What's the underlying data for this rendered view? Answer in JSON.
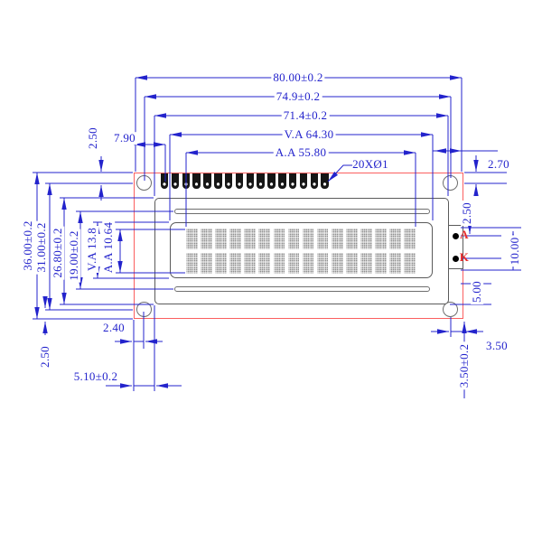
{
  "drawing": {
    "dims": {
      "pcb_width": "80.00±0.2",
      "hole_span_x": "74.9±0.2",
      "frame_width": "71.4±0.2",
      "va_width": "V.A 64.30",
      "aa_width": "A.A 55.80",
      "pin_row_offset": "7.90",
      "pin_callout": "20XØ1",
      "edge_to_hole_top_right": "2.70",
      "edge_to_hole_top_left": "2.50",
      "pcb_height": "36.00±0.2",
      "hole_span_y": "31.00±0.2",
      "frame_height": "26.80±0.2",
      "slot_span": "19.00±0.2",
      "va_height": "V.A 13.8",
      "aa_height": "A.A 10.64",
      "edge_to_hole_bottom_x": "2.40",
      "edge_to_hole_bottom_left": "2.50",
      "frame_offset_left": "5.10±0.2",
      "tab_to_hole_right": "2.50",
      "tab_height": "10.00",
      "tab_bottom_gap": "5.00",
      "hole_to_edge_bottom_right": "3.50",
      "frame_offset_bottom": "3.50±0.2"
    },
    "labels": {
      "anode": "A",
      "cathode": "K"
    },
    "module": {
      "pin_count": 16,
      "char_columns": 16,
      "char_rows": 2
    },
    "colors": {
      "dimension_blue": "#2323cc",
      "outline_red": "#fb5f5f",
      "label_red": "#e82e2e",
      "module_gray": "#5a5a5a",
      "pin_black": "#161616"
    }
  }
}
